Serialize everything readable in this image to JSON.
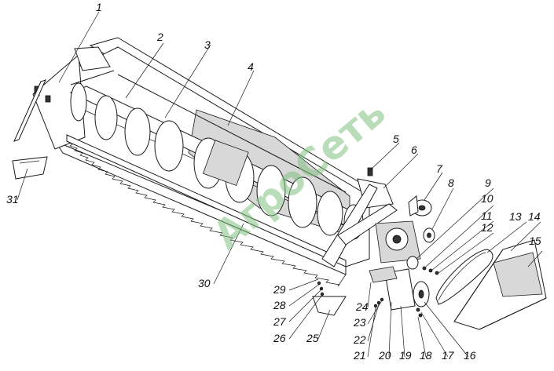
{
  "watermark": "АгроСеть",
  "callouts": [
    {
      "id": "1",
      "label": "1"
    },
    {
      "id": "2",
      "label": "2"
    },
    {
      "id": "3",
      "label": "3"
    },
    {
      "id": "4",
      "label": "4"
    },
    {
      "id": "5",
      "label": "5"
    },
    {
      "id": "6",
      "label": "6"
    },
    {
      "id": "7",
      "label": "7"
    },
    {
      "id": "8",
      "label": "8"
    },
    {
      "id": "9",
      "label": "9"
    },
    {
      "id": "10",
      "label": "10"
    },
    {
      "id": "11",
      "label": "11"
    },
    {
      "id": "12",
      "label": "12"
    },
    {
      "id": "13",
      "label": "13"
    },
    {
      "id": "14",
      "label": "14"
    },
    {
      "id": "15",
      "label": "15"
    },
    {
      "id": "16",
      "label": "16"
    },
    {
      "id": "17",
      "label": "17"
    },
    {
      "id": "18",
      "label": "18"
    },
    {
      "id": "19",
      "label": "19"
    },
    {
      "id": "20",
      "label": "20"
    },
    {
      "id": "21",
      "label": "21"
    },
    {
      "id": "22",
      "label": "22"
    },
    {
      "id": "23",
      "label": "23"
    },
    {
      "id": "24",
      "label": "24"
    },
    {
      "id": "25",
      "label": "25"
    },
    {
      "id": "26",
      "label": "26"
    },
    {
      "id": "27",
      "label": "27"
    },
    {
      "id": "28",
      "label": "28"
    },
    {
      "id": "29",
      "label": "29"
    },
    {
      "id": "30",
      "label": "30"
    },
    {
      "id": "31",
      "label": "31"
    }
  ]
}
